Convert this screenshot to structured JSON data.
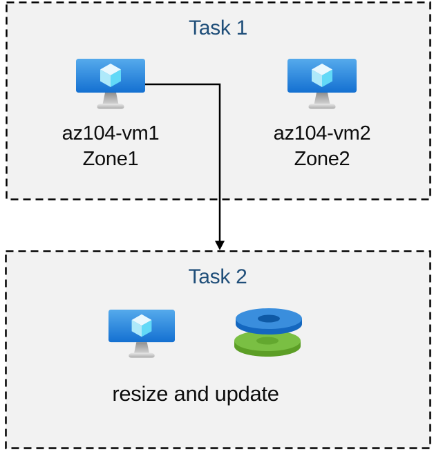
{
  "diagram": {
    "task1": {
      "title": "Task 1",
      "vms": [
        {
          "name": "az104-vm1",
          "zone": "Zone1",
          "icon": "virtual-machine-icon"
        },
        {
          "name": "az104-vm2",
          "zone": "Zone2",
          "icon": "virtual-machine-icon"
        }
      ]
    },
    "task2": {
      "title": "Task 2",
      "caption": "resize and update",
      "icons": [
        "virtual-machine-icon",
        "disks-icon"
      ]
    },
    "connector": {
      "from": "az104-vm1",
      "to": "Task 2",
      "style": "elbow-arrow"
    }
  },
  "colors": {
    "box_fill": "#F2F2F2",
    "box_border": "#000000",
    "title_text": "#1F4E79",
    "label_text": "#0D0D0D",
    "vm_screen_blue_top": "#55AAEC",
    "vm_screen_blue_bottom": "#1470D1",
    "cube_cyan": "#62D9F7",
    "disk_blue_top": "#3A8EDD",
    "disk_blue_side": "#1467BF",
    "disk_green_top": "#7ABF43",
    "disk_green_side": "#5C9E26"
  }
}
